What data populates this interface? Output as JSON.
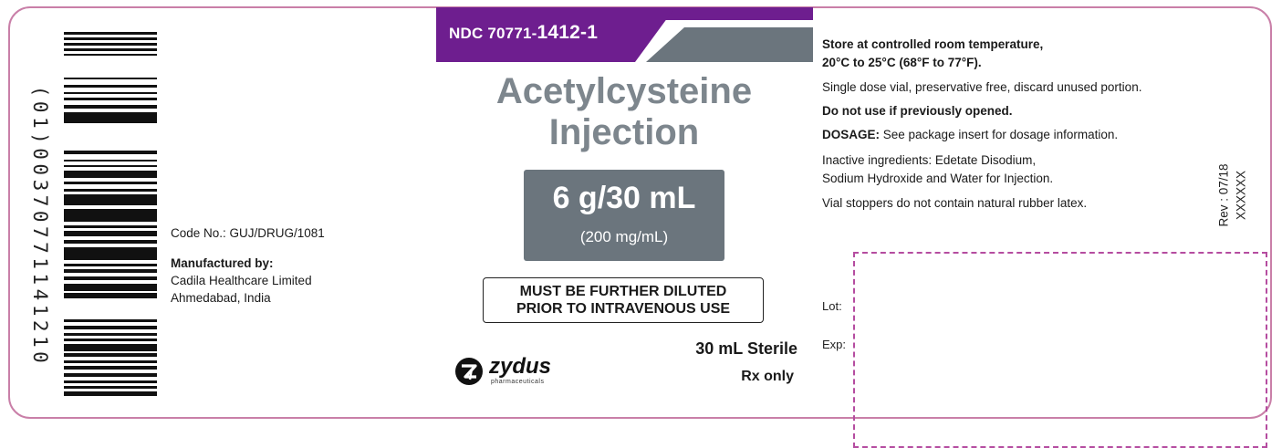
{
  "barcode": {
    "digits": "(01)00370771141210"
  },
  "manufacturer": {
    "code_no": "Code No.: GUJ/DRUG/1081",
    "by_label": "Manufactured by:",
    "company": "Cadila Healthcare Limited",
    "location": "Ahmedabad, India"
  },
  "ndc": {
    "prefix": "NDC 70771-",
    "suffix": "1412-1",
    "banner_color": "#6e1e8f",
    "stripe_color": "#6b757d"
  },
  "product": {
    "name_line1": "Acetylcysteine",
    "name_line2": "Injection",
    "strength": "6 g/30 mL",
    "concentration": "(200 mg/mL)",
    "warning_line1": "MUST BE FURTHER DILUTED",
    "warning_line2": "PRIOR TO INTRAVENOUS USE",
    "volume": "30 mL Sterile",
    "rx": "Rx only"
  },
  "brand": {
    "name": "zydus",
    "tagline": "pharmaceuticals",
    "icon": "zydus-logo-icon"
  },
  "info": {
    "storage_line1": "Store at controlled room temperature,",
    "storage_line2": "20°C to 25°C (68°F to 77°F).",
    "single_dose": "Single dose vial, preservative free, discard unused portion.",
    "do_not_use": "Do not use if previously opened.",
    "dosage_label": "DOSAGE:",
    "dosage_text": " See package insert for dosage information.",
    "inactive_line1": "Inactive ingredients: Edetate Disodium,",
    "inactive_line2": "Sodium Hydroxide and Water for Injection.",
    "latex": "Vial stoppers do not contain natural rubber latex.",
    "revision": "Rev : 07/18",
    "revision_code": "XXXXXX",
    "lot_label": "Lot:",
    "exp_label": "Exp:"
  },
  "colors": {
    "border": "#c97fa8",
    "dashed_box": "#b54ca0",
    "drug_name": "#7d868d"
  }
}
